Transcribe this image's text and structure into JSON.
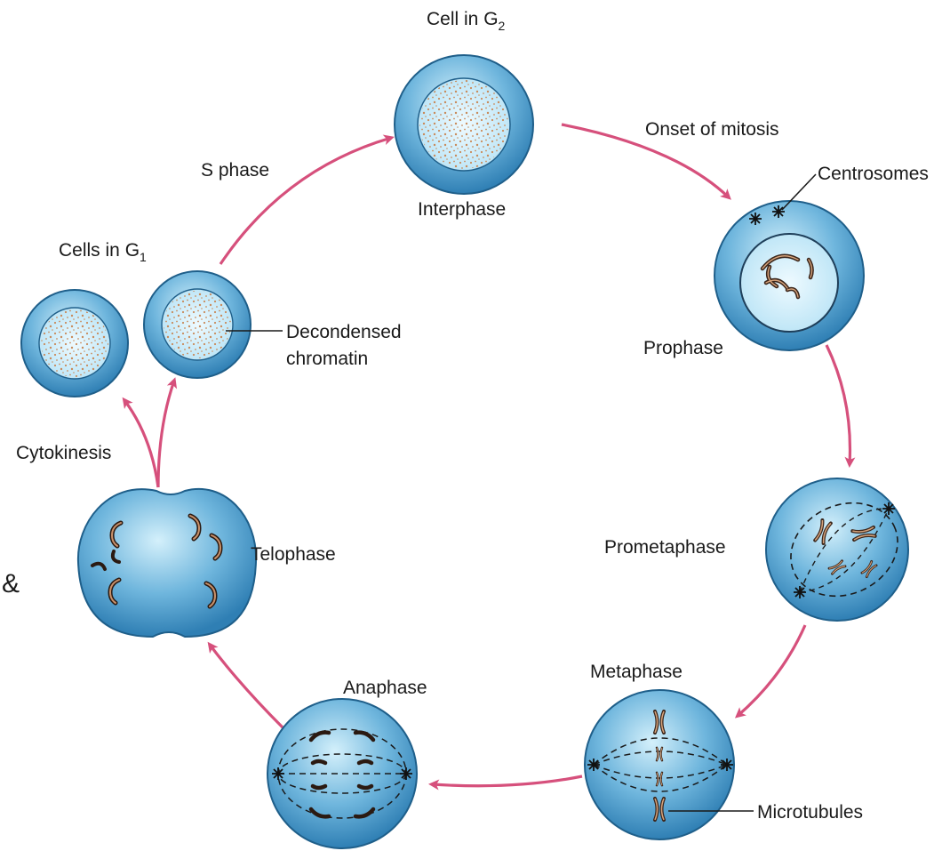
{
  "labels": {
    "cell_in_g2": "Cell in G",
    "cell_in_g2_sub": "2",
    "interphase": "Interphase",
    "onset_of_mitosis": "Onset of mitosis",
    "centrosomes": "Centrosomes",
    "prophase": "Prophase",
    "prometaphase": "Prometaphase",
    "metaphase": "Metaphase",
    "microtubules": "Microtubules",
    "anaphase": "Anaphase",
    "telophase": "Telophase",
    "cytokinesis": "Cytokinesis",
    "cells_in_g1": "Cells in G",
    "cells_in_g1_sub": "1",
    "decondensed_1": "Decondensed",
    "decondensed_2": "chromatin",
    "s_phase": "S phase",
    "stray_mark": "&"
  },
  "colors": {
    "arrow": "#d6507c",
    "cell_dark": "#3d8fc2",
    "cell_light": "#bfe6f7",
    "nucleus": "#d9f1fb",
    "chromatin": "#c98a5a",
    "chromosome": "#5a3a2a"
  }
}
